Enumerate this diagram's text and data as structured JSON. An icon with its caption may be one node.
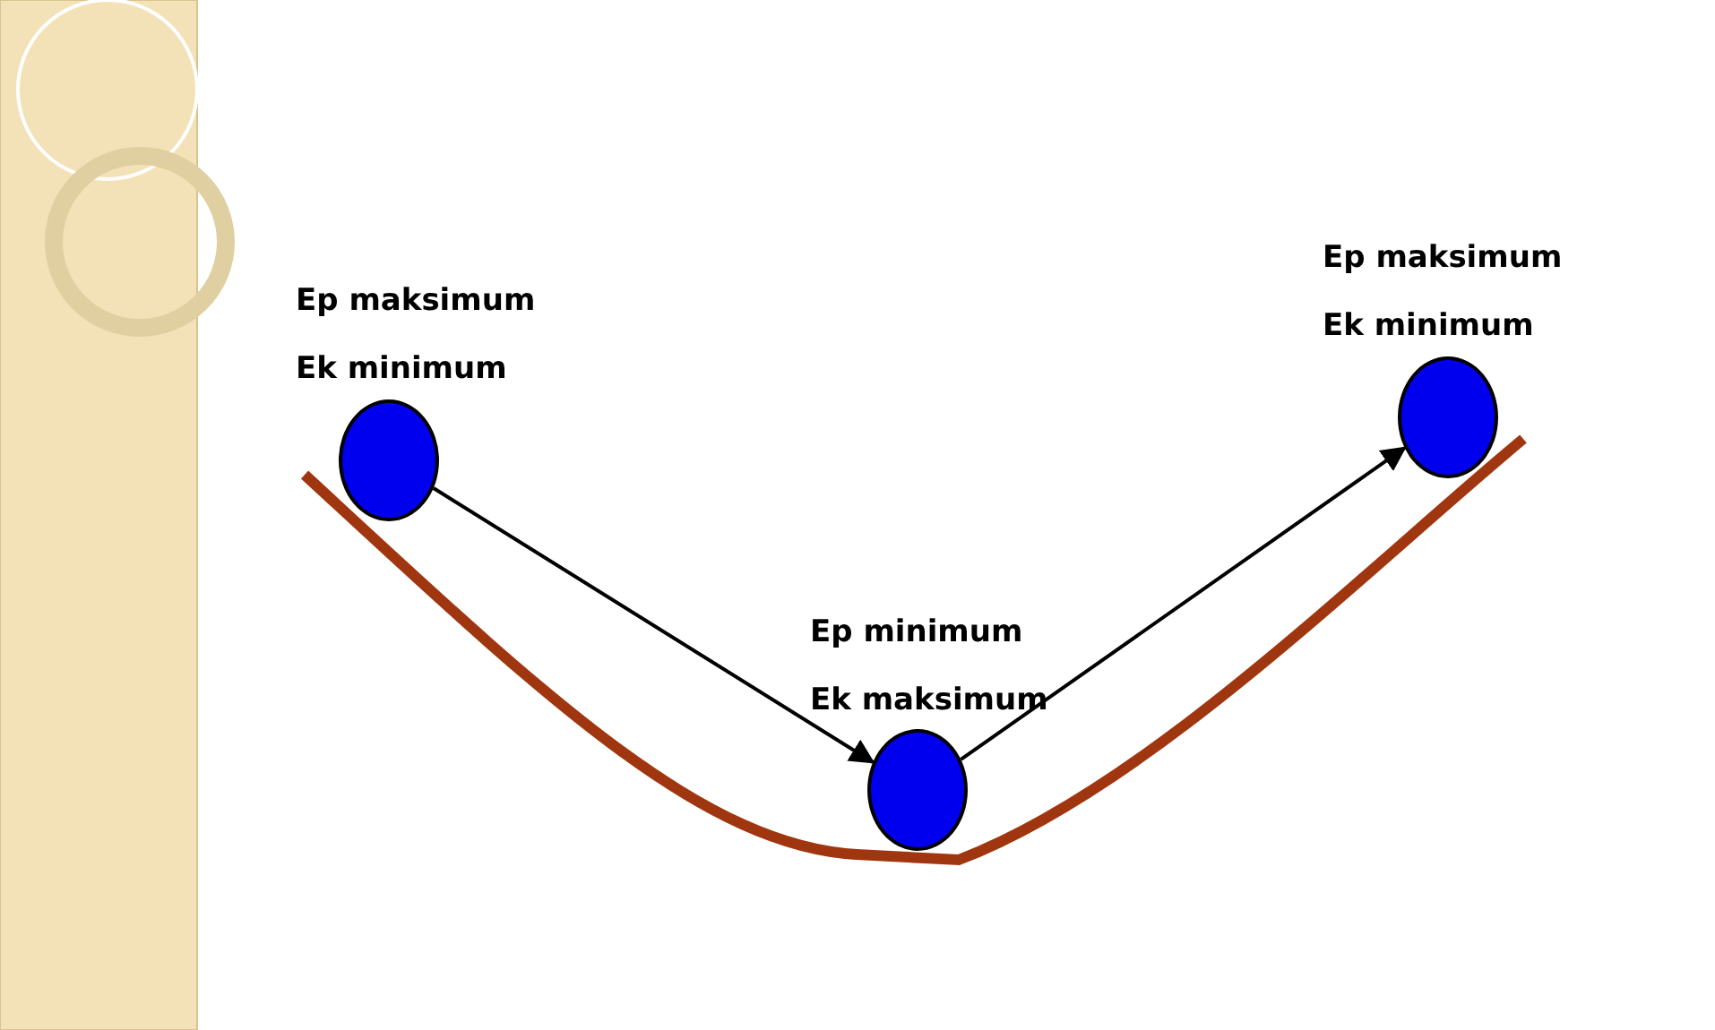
{
  "diagram": {
    "nodes": [
      {
        "text": [],
        "shape": "circle",
        "beside": [
          "Ep maksimum",
          "Ek minimum"
        ]
      },
      {
        "text": [],
        "shape": "circle",
        "beside": [
          "Ep minimum",
          "Ek maksimum"
        ]
      },
      {
        "text": [],
        "shape": "circle",
        "beside": [
          "Ep maksimum",
          "Ek minimum"
        ]
      }
    ],
    "edges": [
      {
        "from": 0,
        "to": 1,
        "arrow": "to"
      },
      {
        "from": 1,
        "to": 2,
        "arrow": "to"
      }
    ]
  }
}
